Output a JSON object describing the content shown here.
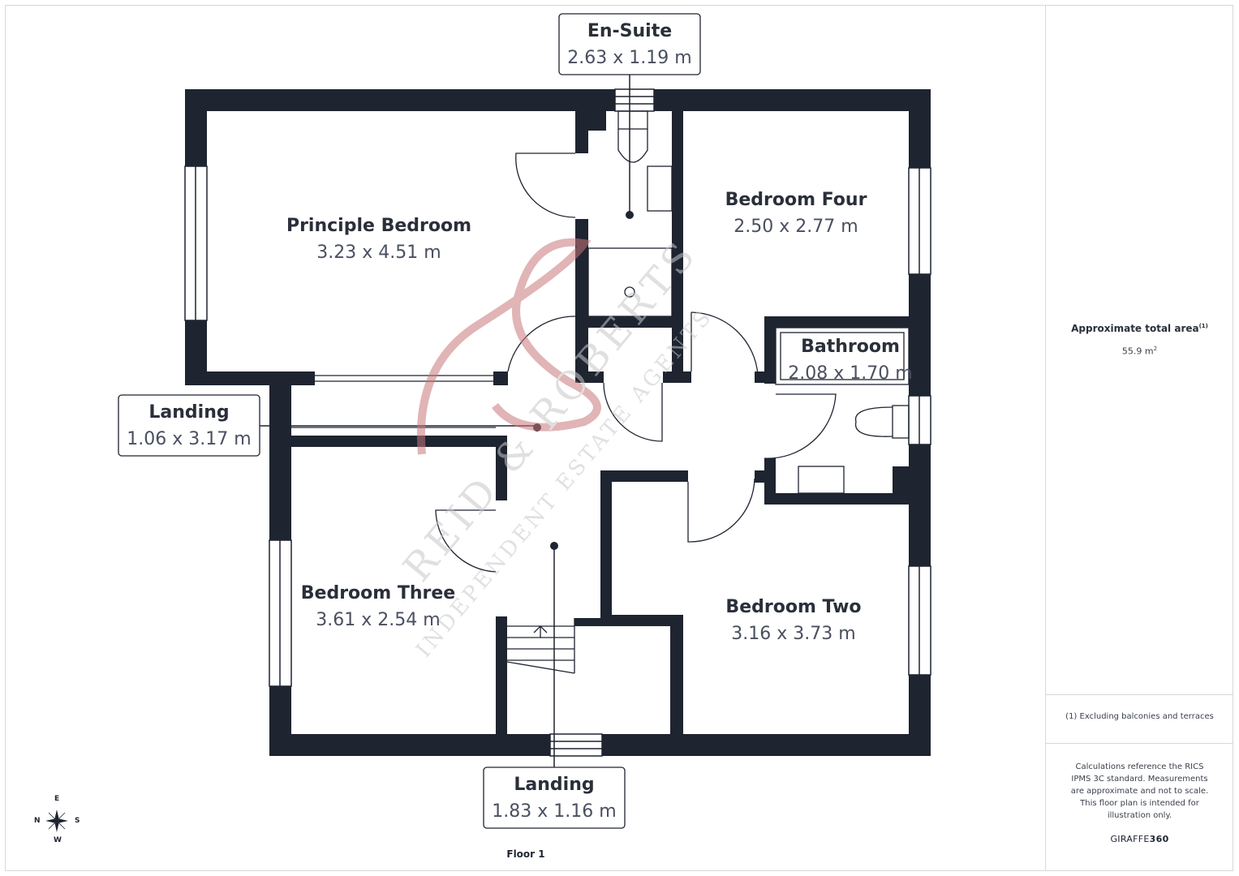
{
  "floor_label": "Floor 1",
  "rooms": {
    "principle_bedroom": {
      "name": "Principle Bedroom",
      "dims": "3.23 x 4.51 m"
    },
    "bedroom_four": {
      "name": "Bedroom Four",
      "dims": "2.50 x 2.77 m"
    },
    "bathroom": {
      "name": "Bathroom",
      "dims": "2.08 x 1.70 m"
    },
    "bedroom_three": {
      "name": "Bedroom Three",
      "dims": "3.61 x 2.54 m"
    },
    "bedroom_two": {
      "name": "Bedroom Two",
      "dims": "3.16 x 3.73 m"
    }
  },
  "callouts": {
    "en_suite": {
      "name": "En-Suite",
      "dims": "2.63 x 1.19 m"
    },
    "landing_left": {
      "name": "Landing",
      "dims": "1.06 x 3.17 m"
    },
    "landing_bottom": {
      "name": "Landing",
      "dims": "1.83 x 1.16 m"
    }
  },
  "compass": {
    "n": "N",
    "e": "E",
    "s": "S",
    "w": "W"
  },
  "watermark": {
    "line1": "REID & ROBERTS",
    "line2": "INDEPENDENT ESTATE AGENTS"
  },
  "sidebar": {
    "area_title": "Approximate total area",
    "area_title_sup": "(1)",
    "area_value": "55.9 m",
    "area_value_sup": "2",
    "footnote": "(1) Excluding balconies and terraces",
    "calc_note": "Calculations reference the RICS IPMS 3C standard. Measurements are approximate and not to scale. This floor plan is intended for illustration only.",
    "brand_prefix": "GIRAFFE",
    "brand_suffix": "360"
  },
  "colors": {
    "wall": "#1e2430",
    "watermark": "#c9777c",
    "watermark_text": "#c8c8c8",
    "border": "#d8d8d8"
  }
}
